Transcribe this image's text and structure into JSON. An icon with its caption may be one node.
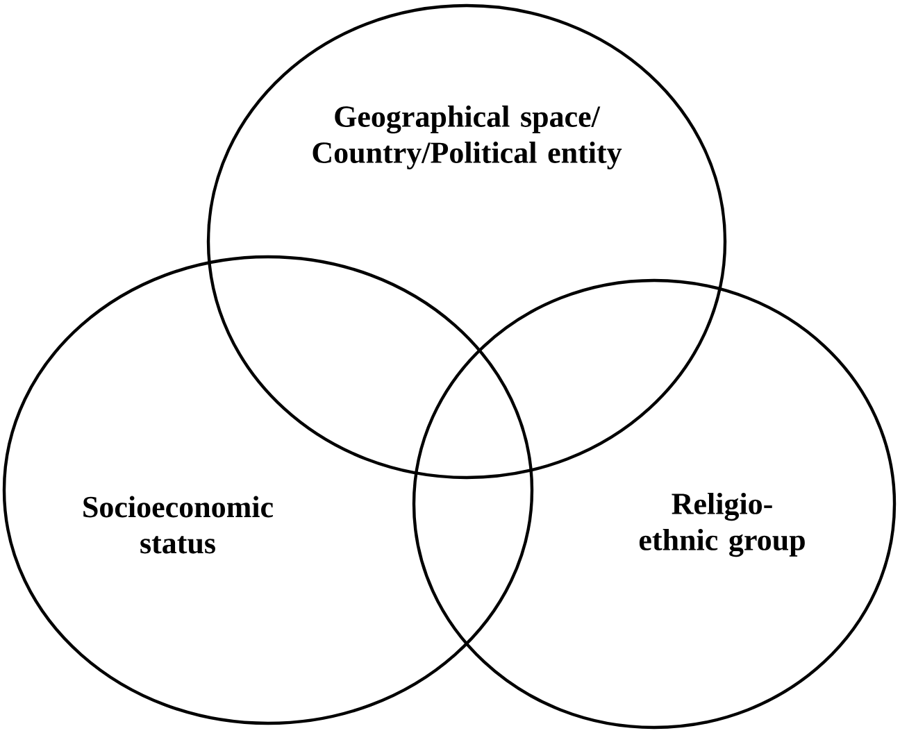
{
  "diagram": {
    "nodes": [
      {
        "text": [
          "Geographical space/ Country/Political entity"
        ]
      },
      {
        "text": [
          "Socioeconomic status"
        ]
      },
      {
        "text": [
          "Religio-ethnic group"
        ]
      }
    ]
  }
}
